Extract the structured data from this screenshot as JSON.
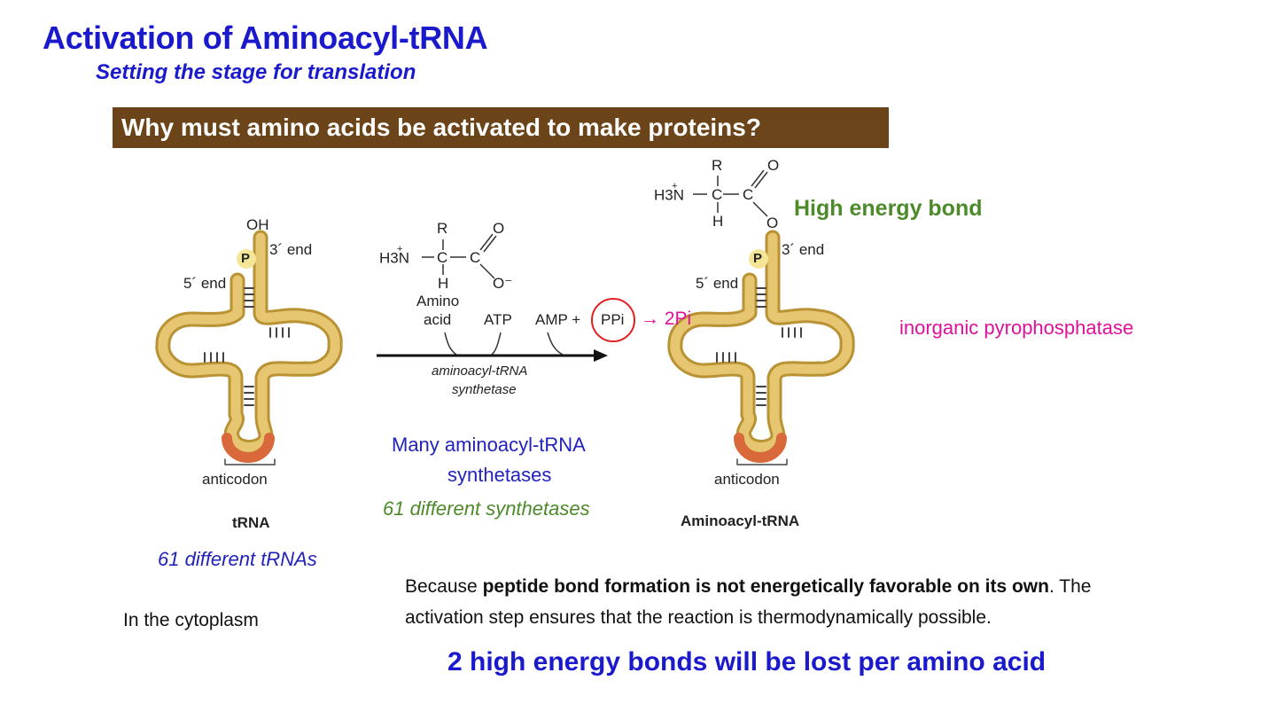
{
  "title": "Activation of Aminoacyl-tRNA",
  "subtitle": "Setting the stage for translation",
  "banner": "Why must amino acids be activated to make proteins?",
  "colors": {
    "title_blue": "#1a1acc",
    "banner_brown": "#6b4419",
    "trna_gold": "#d9b456",
    "anticodon_orange": "#d9683a",
    "magenta": "#e0109a",
    "green": "#4c8a2a"
  },
  "left_trna": {
    "oh": "OH",
    "three_end": "3´ end",
    "five_end": "5´ end",
    "p": "P",
    "anticodon": "anticodon",
    "name": "tRNA",
    "count": "61 different tRNAs"
  },
  "reaction": {
    "amino_group": "H3N",
    "r": "R",
    "c": "C",
    "h": "H",
    "o": "O",
    "o_minus": "O⁻",
    "plus": "+",
    "amino_acid_label_1": "Amino",
    "amino_acid_label_2": "acid",
    "atp": "ATP",
    "amp": "AMP +",
    "ppi": "PPi",
    "arrow_product": "→ 2Pi",
    "enzyme_1": "aminoacyl-tRNA",
    "enzyme_2": "synthetase",
    "many_1": "Many aminoacyl-tRNA",
    "many_2": "synthetases",
    "count": "61 different synthetases"
  },
  "right_trna": {
    "amino_group": "H3N",
    "r": "R",
    "c": "C",
    "h": "H",
    "o": "O",
    "o_link": "O",
    "high_energy": "High energy bond",
    "three_end": "3´ end",
    "five_end": "5´ end",
    "p": "P",
    "anticodon": "anticodon",
    "name": "Aminoacyl-tRNA"
  },
  "pyrophosphatase": "inorganic pyrophosphatase",
  "location": "In the cytoplasm",
  "explanation": {
    "part1": "Because ",
    "bold": "peptide bond formation is not energetically favorable on its own",
    "part2": ". The",
    "line2": "activation step ensures that the reaction is thermodynamically possible."
  },
  "footer": "2 high energy bonds will be lost per amino acid"
}
